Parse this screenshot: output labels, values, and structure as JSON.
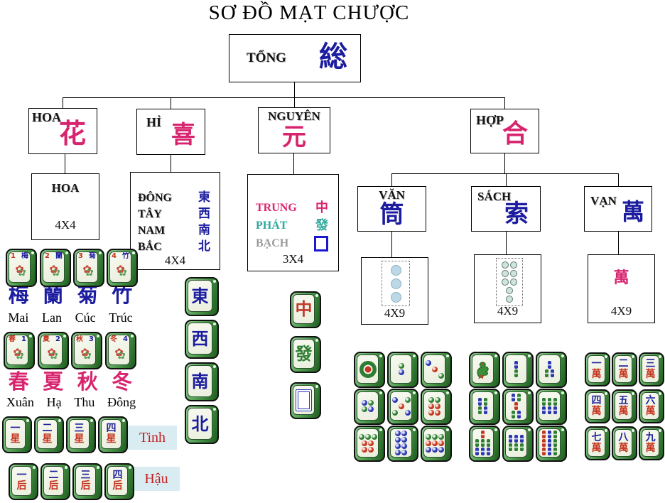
{
  "title": "SƠ ĐỒ MẠT CHƯỢC",
  "palette": {
    "navy": "#1c1ca0",
    "pink": "#d8246e",
    "teal": "#2ea89e",
    "gray": "#9a9a9a",
    "red": "#c5341f",
    "tile_green": "#2e7d32",
    "label_bg": "#d9ecf2"
  },
  "tree": {
    "tong": {
      "vi": "TỔNG",
      "cn": "総"
    },
    "hoa": {
      "vi": "HOA",
      "cn": "花"
    },
    "hi": {
      "vi": "HỈ",
      "cn": "喜"
    },
    "nguyen": {
      "vi": "NGUYÊN",
      "cn": "元"
    },
    "hop": {
      "vi": "HỢP",
      "cn": "合"
    },
    "hoa_child": {
      "label": "HOA",
      "count": "4X4"
    },
    "winds_box": {
      "rows": [
        [
          "ĐÔNG",
          "東"
        ],
        [
          "TÂY",
          "西"
        ],
        [
          "NAM",
          "南"
        ],
        [
          "BẮC",
          "北"
        ]
      ],
      "count": "4X4"
    },
    "dragons_box": {
      "rows": [
        [
          "TRUNG",
          "中"
        ],
        [
          "PHÁT",
          "發"
        ],
        [
          "BẠCH",
          "□"
        ]
      ],
      "count": "3X4"
    },
    "van": {
      "vi": "VĂN",
      "cn": "筒"
    },
    "sach": {
      "vi": "SÁCH",
      "cn": "索"
    },
    "wan": {
      "vi": "VẠN",
      "cn": "萬"
    },
    "van_child": {
      "count": "4X9",
      "icon": "three-dots-column"
    },
    "sach_child": {
      "count": "4X9",
      "icon": "eight-dots-pattern"
    },
    "wan_child": {
      "cn": "萬",
      "count": "4X9"
    }
  },
  "flowers": {
    "tile_numbers": [
      "1",
      "2",
      "3",
      "4"
    ],
    "tile_chars": [
      "梅",
      "蘭",
      "菊",
      "竹"
    ],
    "cn_row": [
      "梅",
      "蘭",
      "菊",
      "竹"
    ],
    "vi_row": [
      "Mai",
      "Lan",
      "Cúc",
      "Trúc"
    ]
  },
  "seasons": {
    "tile_numbers": [
      "1",
      "2",
      "3",
      "4"
    ],
    "tile_chars": [
      "春",
      "夏",
      "秋",
      "冬"
    ],
    "cn_row": [
      "春",
      "夏",
      "秋",
      "冬"
    ],
    "vi_row": [
      "Xuân",
      "Hạ",
      "Thu",
      "Đông"
    ]
  },
  "stars": {
    "tiles": [
      [
        "一",
        "星"
      ],
      [
        "二",
        "星"
      ],
      [
        "三",
        "星"
      ],
      [
        "四",
        "星"
      ]
    ],
    "label": "Tinh"
  },
  "queens": {
    "tiles": [
      [
        "一",
        "后"
      ],
      [
        "二",
        "后"
      ],
      [
        "三",
        "后"
      ],
      [
        "四",
        "后"
      ]
    ],
    "label": "Hậu"
  },
  "winds_tiles": [
    "東",
    "西",
    "南",
    "北"
  ],
  "dragons_tiles": [
    {
      "char": "中",
      "name": "red-dragon"
    },
    {
      "char": "發",
      "name": "green-dragon"
    },
    {
      "char": "",
      "name": "white-dragon"
    }
  ],
  "dots_tiles": [
    "dot-1",
    "dot-2",
    "dot-3",
    "dot-4",
    "dot-5",
    "dot-6",
    "dot-7",
    "dot-8",
    "dot-9"
  ],
  "bamboo_tiles": [
    "bamboo-1-bird",
    "bamboo-2",
    "bamboo-3",
    "bamboo-4",
    "bamboo-5",
    "bamboo-6",
    "bamboo-7",
    "bamboo-8",
    "bamboo-9"
  ],
  "wan_tiles": [
    [
      "一",
      "萬"
    ],
    [
      "二",
      "萬"
    ],
    [
      "三",
      "萬"
    ],
    [
      "四",
      "萬"
    ],
    [
      "五",
      "萬"
    ],
    [
      "六",
      "萬"
    ],
    [
      "七",
      "萬"
    ],
    [
      "八",
      "萬"
    ],
    [
      "九",
      "萬"
    ]
  ]
}
